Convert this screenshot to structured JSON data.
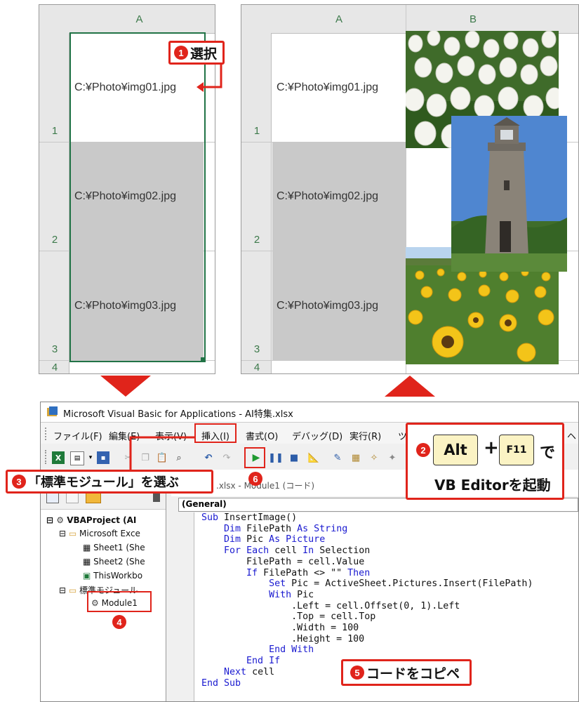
{
  "left_sheet": {
    "column_header": "A",
    "rows": [
      {
        "num": "1",
        "value": "C:¥Photo¥img01.jpg"
      },
      {
        "num": "2",
        "value": "C:¥Photo¥img02.jpg"
      },
      {
        "num": "3",
        "value": "C:¥Photo¥img03.jpg"
      }
    ],
    "next_row_num": "4"
  },
  "right_sheet": {
    "column_headers": [
      "A",
      "B"
    ],
    "rows": [
      {
        "num": "1",
        "value": "C:¥Photo¥img01.jpg"
      },
      {
        "num": "2",
        "value": "C:¥Photo¥img02.jpg"
      },
      {
        "num": "3",
        "value": "C:¥Photo¥img03.jpg"
      }
    ],
    "next_row_num": "4",
    "pictures": [
      "tulip field photo",
      "stone lighthouse photo",
      "sunflower field photo"
    ]
  },
  "annotations": {
    "step1_num": "1",
    "step1_text": "選択",
    "step2_num": "2",
    "step2_key1": "Alt",
    "step2_plus": "+",
    "step2_key2": "F11",
    "step2_de": "で",
    "step2_text": "VB Editorを起動",
    "step3_num": "3",
    "step3_text": "「標準モジュール」を選ぶ",
    "step4_num": "4",
    "step5_num": "5",
    "step5_text": "コードをコピペ",
    "step6_num": "6"
  },
  "vbe": {
    "title": "Microsoft Visual Basic for Applications - AI特集.xlsx",
    "menu": [
      "ファイル(F)",
      "編集(E)",
      "表示(V)",
      "挿入(I)",
      "書式(O)",
      "デバッグ(D)",
      "実行(R)",
      "ツ",
      "ヘ"
    ],
    "code_window_title": ".xlsx - Module1 (コード)",
    "object_dropdown": "(General)",
    "tree": {
      "project": "VBAProject (AI",
      "excel_objects": "Microsoft Exce",
      "sheet1": "Sheet1 (She",
      "sheet2": "Sheet2 (She",
      "workbook": "ThisWorkbo",
      "modules_folder": "標準モジュール",
      "module1": "Module1"
    },
    "code_lines": [
      "Sub InsertImage()",
      "    Dim FilePath As String",
      "    Dim Pic As Picture",
      "    For Each cell In Selection",
      "        FilePath = cell.Value",
      "        If FilePath <> \"\" Then",
      "            Set Pic = ActiveSheet.Pictures.Insert(FilePath)",
      "            With Pic",
      "                .Left = cell.Offset(0, 1).Left",
      "                .Top = cell.Top",
      "                .Width = 100",
      "                .Height = 100",
      "            End With",
      "        End If",
      "    Next cell",
      "End Sub"
    ]
  },
  "colors": {
    "accent_red": "#e0241b",
    "excel_green": "#217346",
    "vba_keyword": "#1a1ad0"
  }
}
